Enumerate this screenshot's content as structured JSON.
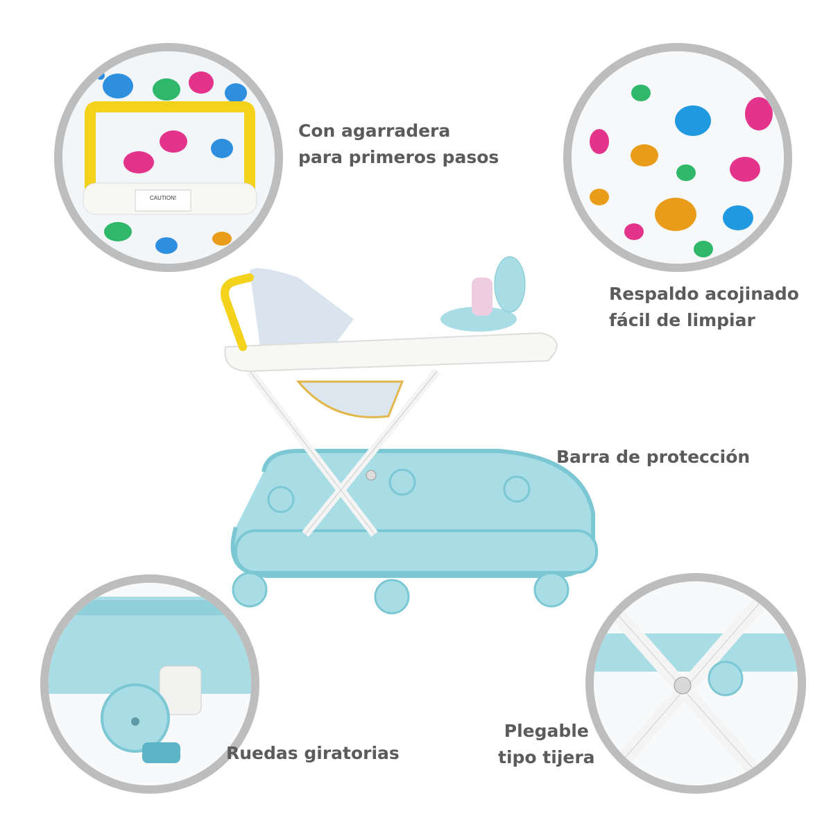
{
  "captions": {
    "handle": [
      "Con agarradera",
      "para primeros pasos"
    ],
    "backrest": [
      "Respaldo acojinado",
      "fácil de limpiar"
    ],
    "bar": "Barra de protección",
    "wheels": "Ruedas giratorias",
    "fold": [
      "Plegable",
      "tipo tijera"
    ]
  },
  "tray_sticker": "CAUTION!",
  "colors": {
    "frame_blue": "#a9dde6",
    "frame_blue_dark": "#7cc7d4",
    "handle_yellow": "#f2d21b",
    "tray_white": "#f7f7f4",
    "circle_border": "#bdbdbd",
    "text_gray": "#5b5b5b"
  }
}
